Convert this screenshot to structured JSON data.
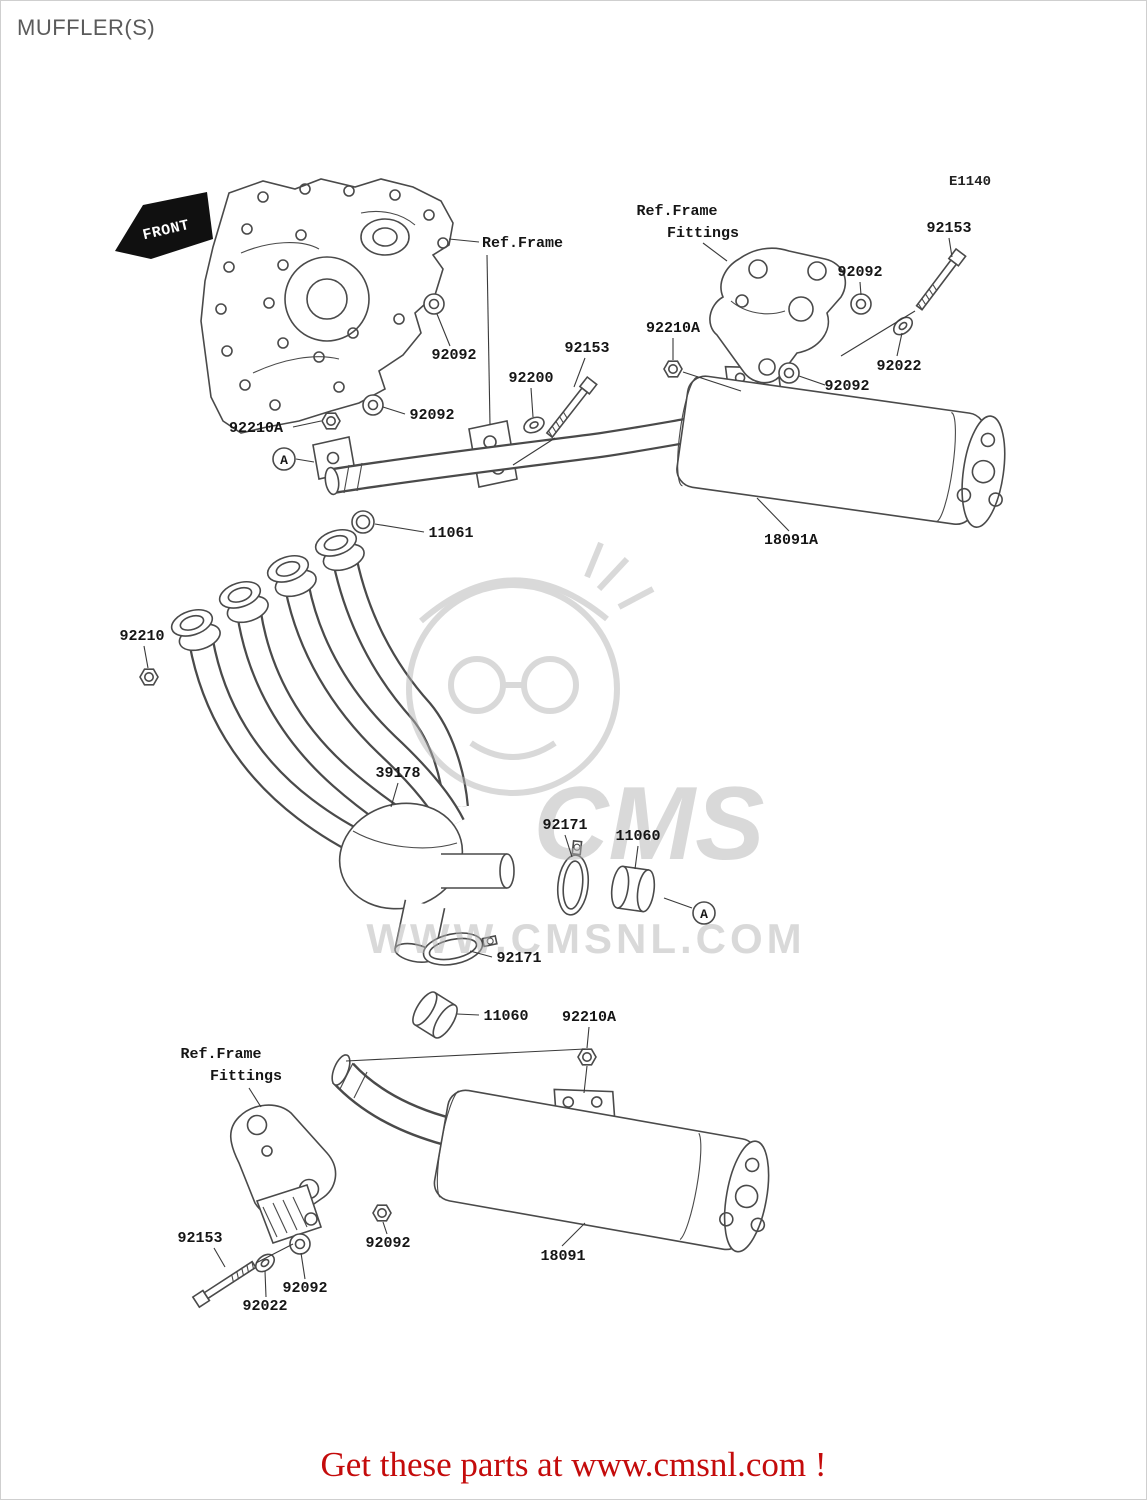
{
  "page": {
    "title": "MUFFLER(S)",
    "diagram_code": "E1140",
    "footer_text": "Get these parts at www.cmsnl.com !"
  },
  "front_flag": {
    "label": "FRONT"
  },
  "watermark": {
    "brand": "CMS",
    "site": "WWW.CMSNL.COM"
  },
  "callout": {
    "letter": "A"
  },
  "ref_labels": {
    "frame": "Ref.Frame",
    "fittings_line1": "Ref.Frame",
    "fittings_line2": "Fittings"
  },
  "part_labels": [
    {
      "text": "92153"
    },
    {
      "text": "92092"
    },
    {
      "text": "92022"
    },
    {
      "text": "92092"
    },
    {
      "text": "92210A"
    },
    {
      "text": "92153"
    },
    {
      "text": "92200"
    },
    {
      "text": "92092"
    },
    {
      "text": "92092"
    },
    {
      "text": "92210A"
    },
    {
      "text": "18091A"
    },
    {
      "text": "11061"
    },
    {
      "text": "92210"
    },
    {
      "text": "39178"
    },
    {
      "text": "92171"
    },
    {
      "text": "11060"
    },
    {
      "text": "92171"
    },
    {
      "text": "11060"
    },
    {
      "text": "92210A"
    },
    {
      "text": "92153"
    },
    {
      "text": "92092"
    },
    {
      "text": "18091"
    },
    {
      "text": "92092"
    },
    {
      "text": "92022"
    }
  ],
  "colors": {
    "line_art": "#4a4a4a",
    "part_label": "#151515",
    "footer_red": "#c40b0b",
    "watermark_gray": "#b5b5b5",
    "flag_black": "#101010"
  }
}
